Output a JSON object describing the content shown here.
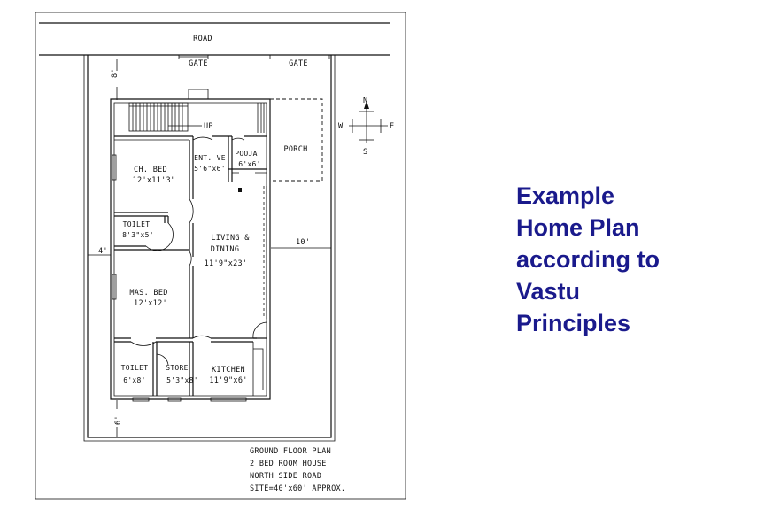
{
  "plan": {
    "road": "ROAD",
    "gate_left": "GATE",
    "gate_right": "GATE",
    "porch": "PORCH",
    "up": "UP",
    "dims": {
      "front": "8'",
      "side_left": "4'",
      "side_right": "10'",
      "rear": "6'"
    },
    "compass": {
      "n": "N",
      "s": "S",
      "e": "E",
      "w": "W"
    },
    "rooms": [
      {
        "name": "CH. BED",
        "size": "12'x11'3\""
      },
      {
        "name": "ENT. VE",
        "size": "5'6\"x6'"
      },
      {
        "name": "POOJA",
        "size": "6'x6'"
      },
      {
        "name": "TOILET",
        "size": "8'3\"x5'"
      },
      {
        "name": "LIVING &",
        "name2": "DINING",
        "size": "11'9\"x23'"
      },
      {
        "name": "MAS. BED",
        "size": "12'x12'"
      },
      {
        "name": "TOILET",
        "size": "6'x8'"
      },
      {
        "name": "STORE",
        "size": "5'3\"x8'"
      },
      {
        "name": "KITCHEN",
        "size": "11'9\"x6'"
      }
    ],
    "notes": [
      "GROUND FLOOR PLAN",
      "2 BED ROOM HOUSE",
      "NORTH SIDE ROAD",
      "SITE=40'x60' APPROX."
    ]
  },
  "caption": {
    "lines": [
      "Example",
      "Home Plan",
      "according to",
      "Vastu",
      "Principles"
    ]
  }
}
